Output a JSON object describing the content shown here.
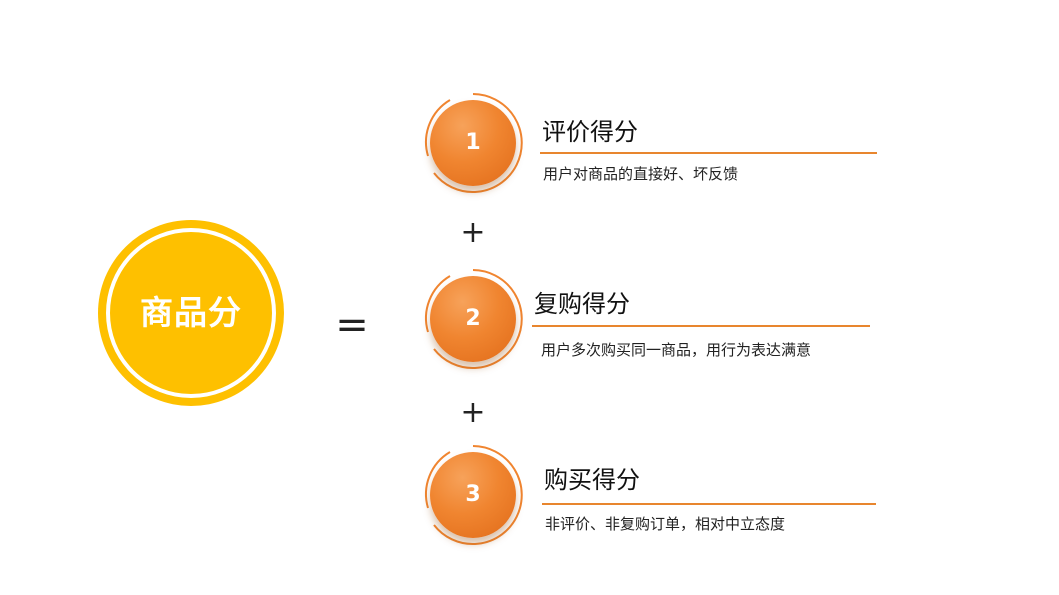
{
  "main": {
    "label": "商品分",
    "color": "#FEC000"
  },
  "operators": {
    "equals": "=",
    "plus_1": "+",
    "plus_2": "+"
  },
  "steps": [
    {
      "number": "1",
      "title": "评价得分",
      "description": "用户对商品的直接好、坏反馈"
    },
    {
      "number": "2",
      "title": "复购得分",
      "description": "用户多次购买同一商品，用行为表达满意"
    },
    {
      "number": "3",
      "title": "购买得分",
      "description": "非评价、非复购订单，相对中立态度"
    }
  ],
  "colors": {
    "accent_orange": "#F08530",
    "line_orange": "#E8862E",
    "text_dark": "#111111"
  }
}
